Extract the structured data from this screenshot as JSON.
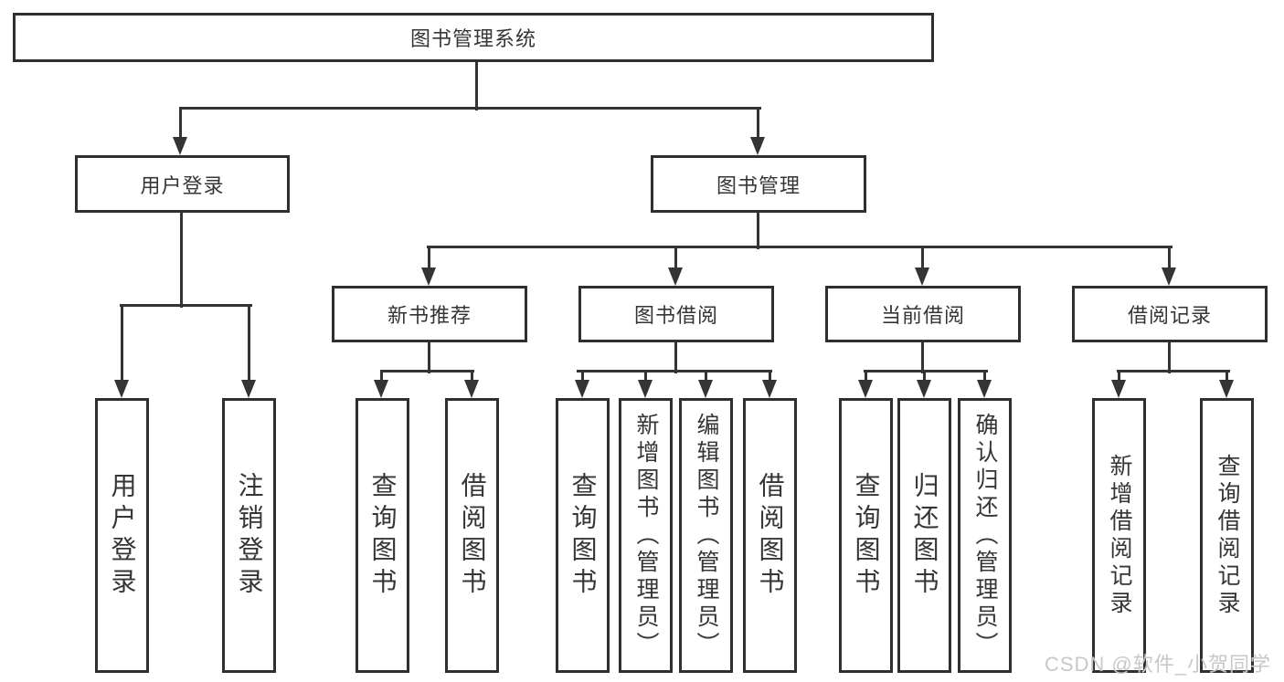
{
  "diagram": {
    "root_label": "图书管理系统",
    "level2": [
      "用户登录",
      "图书管理"
    ],
    "level3": [
      "新书推荐",
      "图书借阅",
      "当前借阅",
      "借阅记录"
    ],
    "leaves": [
      "用户登录",
      "注销登录",
      "查询图书",
      "借阅图书",
      "查询图书",
      "新增图书（管理员）",
      "编辑图书（管理员）",
      "借阅图书",
      "查询图书",
      "归还图书",
      "确认归还（管理员）",
      "新增借阅记录",
      "查询借阅记录"
    ],
    "line_color": "#343434",
    "border_color": "#2f2f2f"
  },
  "watermark": {
    "text": "CSDN @软件_小贺同学"
  }
}
